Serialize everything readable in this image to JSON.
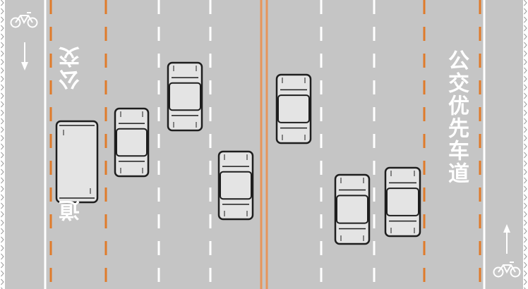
{
  "colors": {
    "asphalt": "#c5c5c5",
    "curb": "#ffffff",
    "edge_line": "#ffffff",
    "lane_dash": "#ffffff",
    "bus_lane_dash": "#e07b2a",
    "center_line": "#e6955b",
    "vehicle_body": "#e4e4e4",
    "vehicle_outline": "#1e1e1e"
  },
  "markings": {
    "bus_lane_text_left_a": "公交",
    "bus_lane_text_left_b": "道",
    "bus_lane_text_right": "公交优先车道"
  },
  "icons": {
    "bike_left": "bicycle-icon",
    "arrow_left": "arrow-down-icon",
    "bike_right": "bicycle-icon",
    "arrow_right": "arrow-up-icon"
  },
  "vehicles": [
    {
      "name": "bus",
      "kind": "bus"
    },
    {
      "name": "car-1",
      "kind": "car"
    },
    {
      "name": "car-2",
      "kind": "car"
    },
    {
      "name": "car-3",
      "kind": "car"
    },
    {
      "name": "car-4",
      "kind": "car"
    },
    {
      "name": "car-5",
      "kind": "car"
    },
    {
      "name": "car-6",
      "kind": "car"
    }
  ]
}
